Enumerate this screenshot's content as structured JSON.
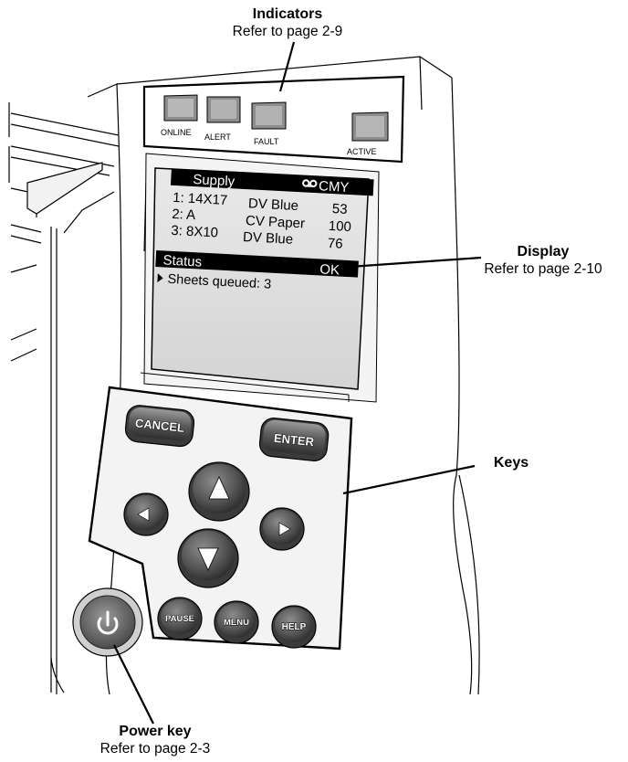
{
  "callouts": {
    "indicators": {
      "title": "Indicators",
      "ref": "Refer to page 2-9"
    },
    "display": {
      "title": "Display",
      "ref": "Refer to page 2-10"
    },
    "keys": {
      "title": "Keys"
    },
    "power": {
      "title": "Power key",
      "ref": "Refer to page 2-3"
    }
  },
  "indicators": [
    "ONLINE",
    "ALERT",
    "FAULT",
    "ACTIVE"
  ],
  "display": {
    "supply_header": "Supply",
    "supply_mode": "CMY",
    "rows": [
      {
        "slot": "1: 14X17",
        "media": "DV Blue",
        "count": "53"
      },
      {
        "slot": "2: A",
        "media": "CV Paper",
        "count": "100"
      },
      {
        "slot": "3: 8X10",
        "media": "DV Blue",
        "count": "76"
      }
    ],
    "status_header": "Status",
    "status_value": "OK",
    "status_line": "Sheets queued: 3"
  },
  "keys": {
    "cancel": "CANCEL",
    "enter": "ENTER",
    "pause": "PAUSE",
    "menu": "MENU",
    "help": "HELP"
  },
  "icons": {
    "up": "up-arrow-icon",
    "down": "down-arrow-icon",
    "left": "left-arrow-icon",
    "right": "right-arrow-icon",
    "power": "power-icon",
    "mode": "cassette-icon",
    "cursor": "triangle-pointer-icon"
  }
}
